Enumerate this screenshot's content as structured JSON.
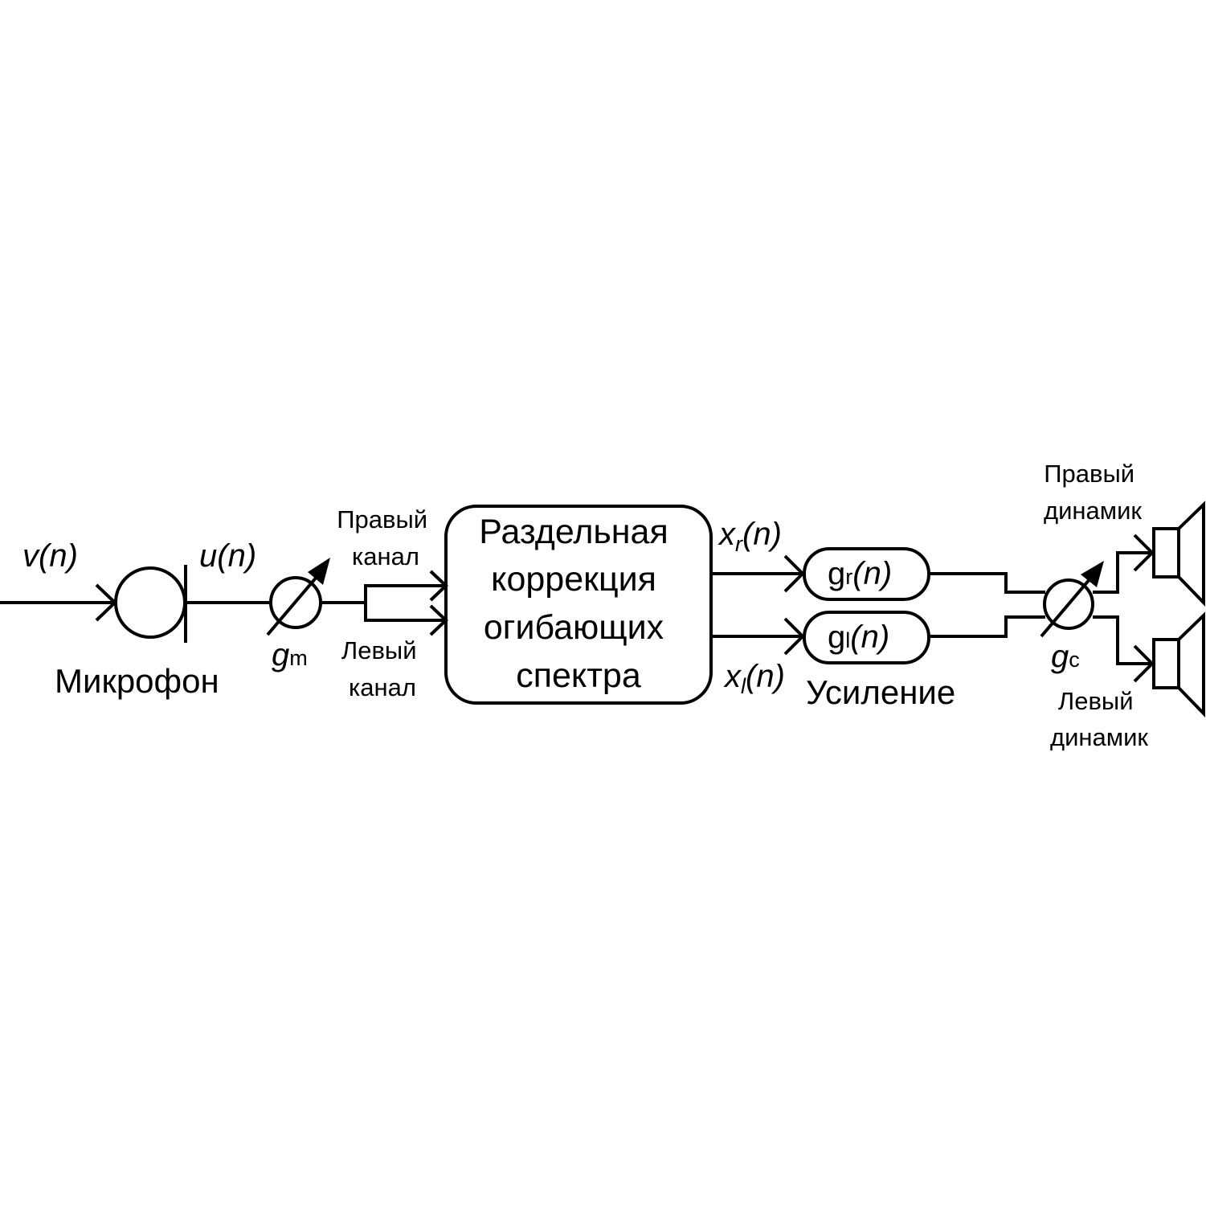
{
  "signals": {
    "v": {
      "main": "v",
      "arg": "(n)"
    },
    "u": {
      "main": "u",
      "arg": "(n)"
    },
    "xr": {
      "main": "x",
      "sub": "r",
      "arg": "(n)"
    },
    "xl": {
      "main": "x",
      "sub": "l",
      "arg": "(n)"
    }
  },
  "gains": {
    "gm": {
      "main": "g",
      "sub": "m"
    },
    "gc": {
      "main": "g",
      "sub": "c"
    }
  },
  "labels": {
    "microphone": "Микрофон",
    "right_channel": [
      "Правый",
      "канал"
    ],
    "left_channel": [
      "Левый",
      "канал"
    ],
    "amplification": "Усиление",
    "right_speaker": [
      "Правый",
      "динамик"
    ],
    "left_speaker": [
      "Левый",
      "динамик"
    ]
  },
  "processor": {
    "lines": [
      "Раздельная",
      "коррекция",
      "огибающих",
      "спектра"
    ]
  },
  "amplifiers": {
    "right": {
      "main": "g",
      "sub": "r",
      "arg": "(n)"
    },
    "left": {
      "main": "g",
      "sub": "l",
      "arg": "(n)"
    }
  }
}
